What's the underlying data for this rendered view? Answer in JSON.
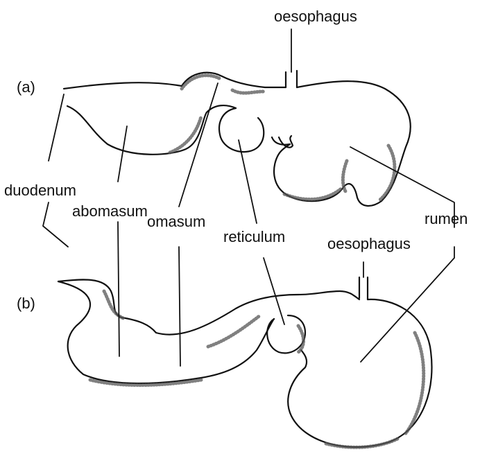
{
  "labels": {
    "part_a": "(a)",
    "part_b": "(b)",
    "oesophagus_a": "oesophagus",
    "oesophagus_b": "oesophagus",
    "duodenum": "duodenum",
    "abomasum": "abomasum",
    "omasum": "omasum",
    "reticulum": "reticulum",
    "rumen": "rumen"
  },
  "colors": {
    "ink": "#111111",
    "stipple": "#555555",
    "background": "#ffffff"
  }
}
